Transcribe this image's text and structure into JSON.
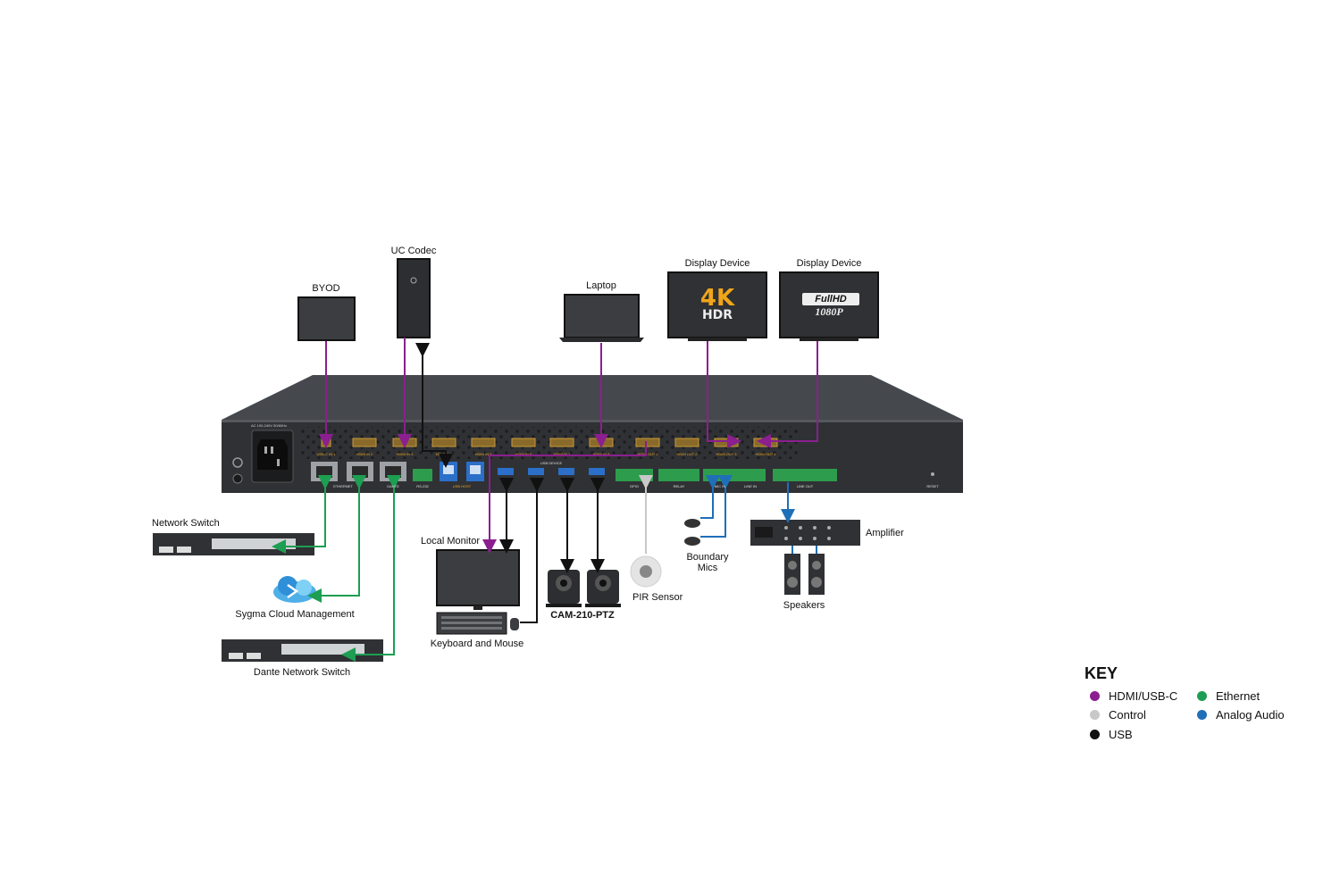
{
  "colors": {
    "hdmi": "#8b1f8f",
    "control": "#c8c8c8",
    "usb": "#111111",
    "ethernet": "#1d9e52",
    "audio": "#1f6fb8",
    "chassis": "#2f3134",
    "chassis_top": "#45484c"
  },
  "devices": {
    "byod": "BYOD",
    "uc_codec": "UC Codec",
    "laptop": "Laptop",
    "display_1": "Display Device",
    "display_2": "Display Device",
    "display_1_badge_top": "4K",
    "display_1_badge_bottom": "HDR",
    "display_2_badge_top": "FullHD",
    "display_2_badge_bottom": "1080P",
    "network_switch": "Network Switch",
    "cloud": "Sygma Cloud Management",
    "dante_switch": "Dante Network Switch",
    "local_monitor": "Local Monitor",
    "keyboard_mouse": "Keyboard and Mouse",
    "camera": "CAM-210-PTZ",
    "pir": "PIR Sensor",
    "mics": "Boundary Mics",
    "amplifier": "Amplifier",
    "speakers": "Speakers"
  },
  "panel": {
    "ports": [
      "USB-C IN 1",
      "HDMI IN 2",
      "HDMI IN 3",
      "HDMI IN 4",
      "HDMI IN 5",
      "HDMI IN 6",
      "HDMI IN 7",
      "HDMI IN 8",
      "HDMI OUT 1",
      "HDMI OUT 2",
      "HDMI OUT 3",
      "HDMI OUT 4"
    ],
    "ethernet_label": "ETHERNET",
    "dante_label": "DANTE",
    "rs232_label": "RS-232",
    "usb_host_label": "USB HOST",
    "usb_device_label": "USB DEVICE",
    "gpio_label": "GPIO",
    "relay_label": "RELAY",
    "mic_in_label": "MIC IN",
    "line_in_label": "LINE IN",
    "line_out_label": "LINE OUT",
    "reset_label": "RESET",
    "power_label": "AC 100-240V 50/60Hz"
  },
  "key": {
    "title": "KEY",
    "items": [
      {
        "label": "HDMI/USB-C",
        "color": "#8b1f8f"
      },
      {
        "label": "Ethernet",
        "color": "#1d9e52"
      },
      {
        "label": "Control",
        "color": "#c8c8c8"
      },
      {
        "label": "Analog Audio",
        "color": "#1f6fb8"
      },
      {
        "label": "USB",
        "color": "#111111"
      }
    ]
  }
}
